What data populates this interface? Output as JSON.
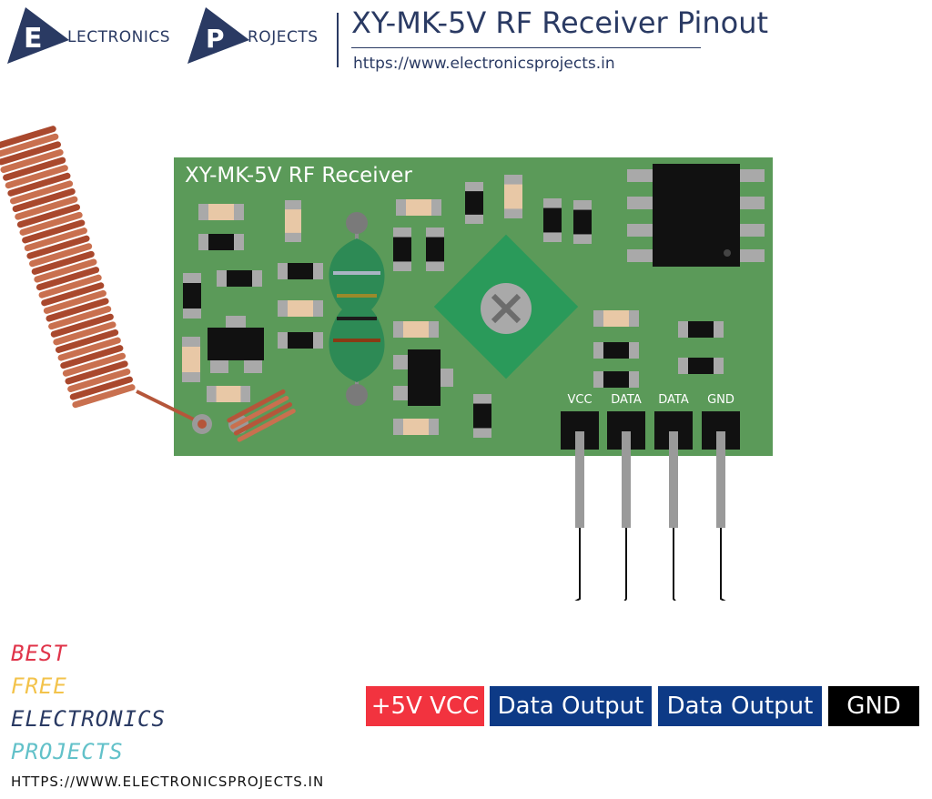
{
  "header": {
    "logo_letter_1": "E",
    "logo_text_1": "LECTRONICS",
    "logo_letter_2": "P",
    "logo_text_2": "ROJECTS",
    "title": "XY-MK-5V RF Receiver Pinout",
    "url": "https://www.electronicsprojects.in"
  },
  "board": {
    "label": "XY-MK-5V RF Receiver",
    "color": "#5b9a59",
    "pins": [
      "VCC",
      "DATA",
      "DATA",
      "GND"
    ]
  },
  "outputs": [
    {
      "label": "+5V VCC",
      "color": "#f2333f"
    },
    {
      "label": "Data Output",
      "color": "#0d3a86"
    },
    {
      "label": "Data Output",
      "color": "#0d3a86"
    },
    {
      "label": "GND",
      "color": "#000000"
    }
  ],
  "footer": {
    "badge_lines": [
      "BEST",
      "FREE",
      "ELECTRONICS",
      "PROJECTS"
    ],
    "badge_colors": [
      "#e0344a",
      "#f3c34b",
      "#2a3a63",
      "#62c1c9"
    ],
    "url": "HTTPS://WWW.ELECTRONICSPROJECTS.IN"
  },
  "icons": [
    "logo-triangle-e-icon",
    "logo-triangle-p-icon",
    "antenna-coil-icon",
    "chip-icon",
    "potentiometer-icon",
    "inductor-icon"
  ]
}
